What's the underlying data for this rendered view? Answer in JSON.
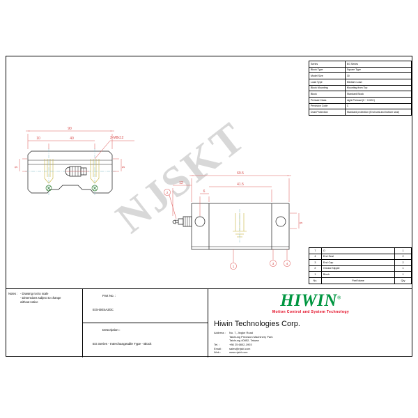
{
  "watermark": "NJSKT",
  "spec_table": {
    "rows": [
      {
        "key": "Series",
        "value": "EG Series"
      },
      {
        "key": "Block Type",
        "value": "Square Type"
      },
      {
        "key": "Model Size",
        "value": "30"
      },
      {
        "key": "Load Type",
        "value": "Medium Load"
      },
      {
        "key": "Block Mounting",
        "value": "Mounting from Top"
      },
      {
        "key": "Block",
        "value": "Standard Block"
      },
      {
        "key": "Preload Class",
        "value": "Light Preload (0 ~ 0.02C)"
      },
      {
        "key": "Precision Code",
        "value": "C"
      },
      {
        "key": "Dust Protection",
        "value": "Standard protection (End seal and bottom seal)"
      }
    ]
  },
  "parts_list": {
    "rows": [
      {
        "no": "7",
        "part_name": "O",
        "qty": "1"
      },
      {
        "no": "4",
        "part_name": "End Seal",
        "qty": "2"
      },
      {
        "no": "3",
        "part_name": "End Cap",
        "qty": "2"
      },
      {
        "no": "2",
        "part_name": "Grease Nipple",
        "qty": "1"
      },
      {
        "no": "1",
        "part_name": "Block",
        "qty": "1"
      }
    ],
    "header": {
      "no": "No.",
      "part_name": "Part Name",
      "qty": "Qty"
    }
  },
  "title_block": {
    "notes_label": "Notes :",
    "notes": "- Drawing not to scale\n- Dimensions subject to change\n  without notice",
    "part_no_label": "Part No. :",
    "part_no": "EGH30SAZ0C",
    "description_label": "Description :",
    "description": "EG Series - Interchangeable Type - Block"
  },
  "company": {
    "logo_text": "HIWIN",
    "logo_reg": "®",
    "tagline": "Motion Control and System Technology",
    "name": "Hiwin Technologies Corp.",
    "address_label": "Address :",
    "address_line1": "No. 7, Jingke Road",
    "address_line2": "Taichung Precision Machinery Park",
    "address_line3": "Taichung 40852, Taiwan",
    "tel_label": "Tel. :",
    "tel": "+86 25 6802-1903",
    "email_label": "Email :",
    "email": "sales@njskt.com",
    "web_label": "Web :",
    "web": "www.njskt.com",
    "logo_color": "#009640",
    "tagline_color": "#e2001a"
  },
  "drawing": {
    "top_view": {
      "dim_overall": "90",
      "dim_left": "10",
      "dim_mid": "40",
      "dim_height_left": "9",
      "dim_height_right": "9",
      "thread_callout": "2-M8x12"
    },
    "side_view": {
      "dim_overall": "69.5",
      "dim_left": "12",
      "dim_small": "6",
      "dim_inner": "41.5",
      "dim_height": "9"
    },
    "balloons": [
      "1",
      "2",
      "3",
      "4"
    ]
  }
}
